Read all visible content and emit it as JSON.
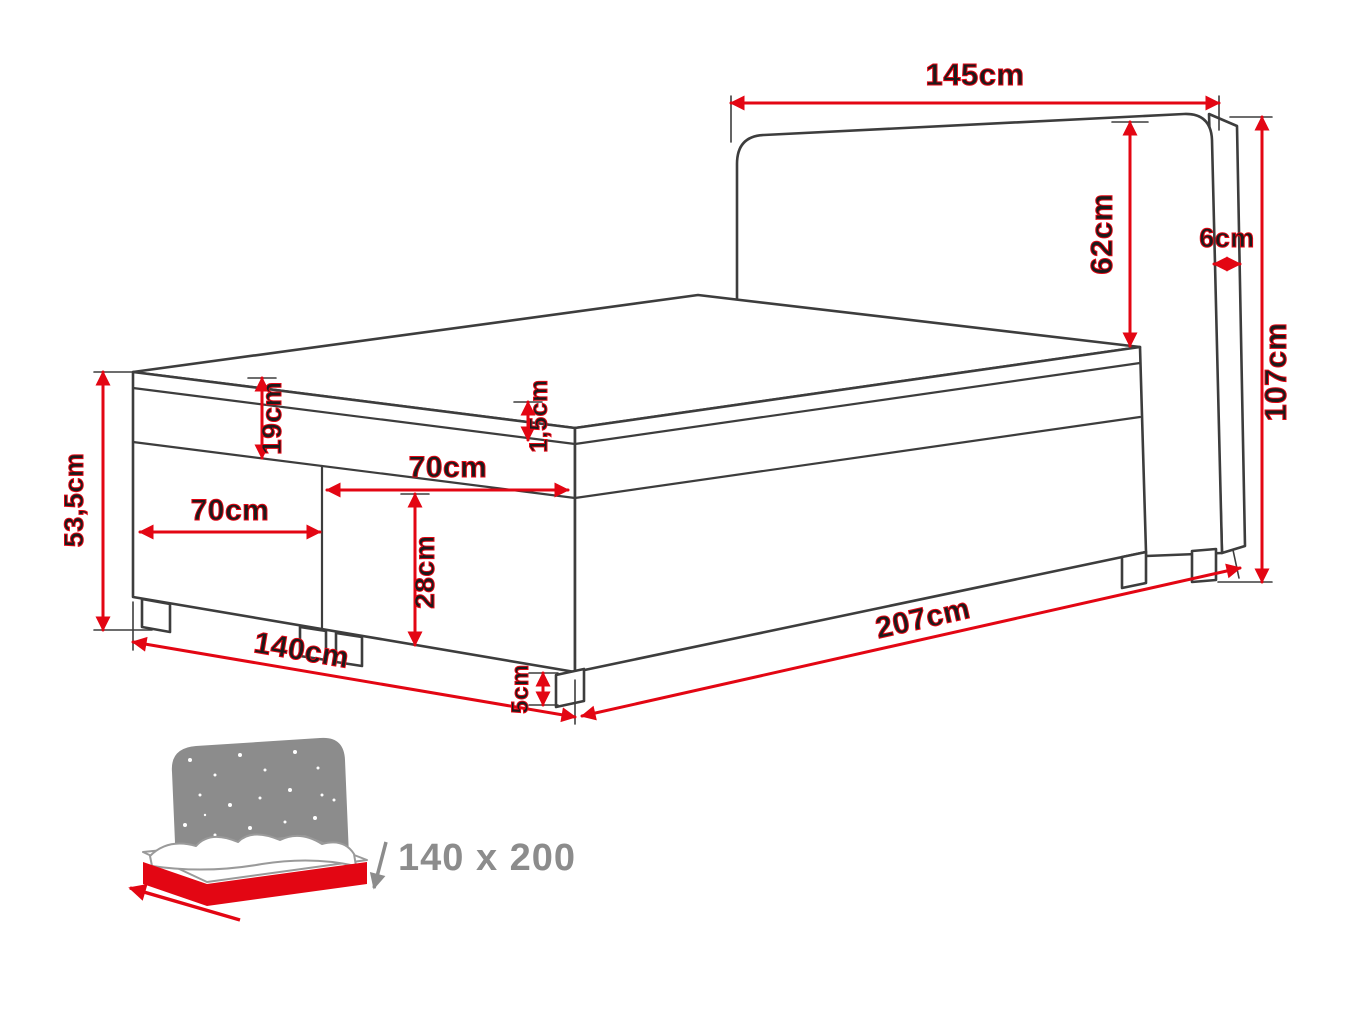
{
  "colors": {
    "dimension_red": "#e30613",
    "outline_gray": "#3d3d3d",
    "label_black": "#1b1b1b",
    "icon_gray": "#8c8c8c",
    "background": "#ffffff"
  },
  "icons": {
    "thumbnail": "bed-size-icon",
    "sparkles": "star-sparkles-icon",
    "width_arrow": "width-arrow-icon",
    "length_arrow": "length-arrow-icon"
  },
  "diagram": {
    "labels": {
      "headboard_width": "145cm",
      "headboard_height": "62cm",
      "headboard_thickness": "6cm",
      "total_height": "107cm",
      "topper_height": "1,5cm",
      "mattress_height": "19cm",
      "half_width_front_right": "70cm",
      "half_width_front_left": "70cm",
      "base_height": "28cm",
      "side_height_total": "53,5cm",
      "bed_width": "140cm",
      "bed_length": "207cm",
      "leg_height": "5cm"
    },
    "badge": {
      "size_label": "140 x 200"
    }
  }
}
